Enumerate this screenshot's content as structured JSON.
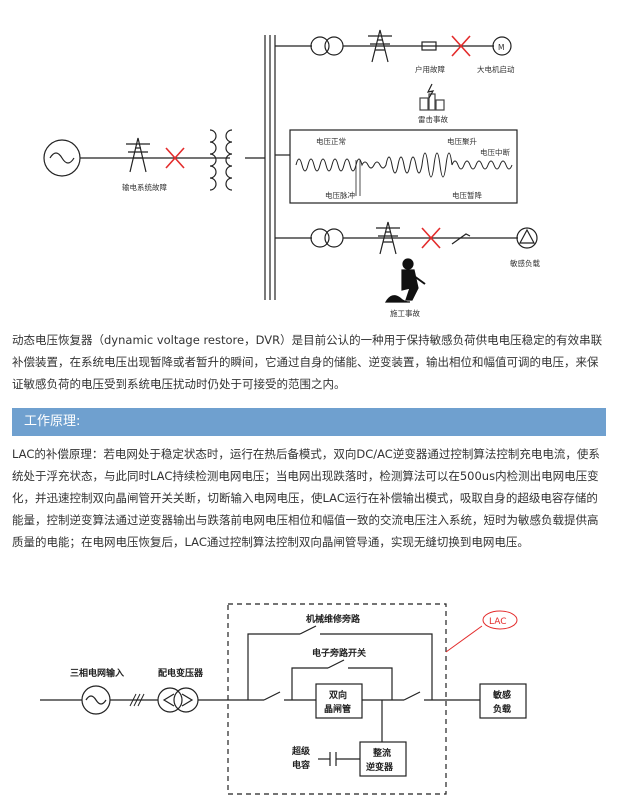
{
  "top_diagram": {
    "labels": {
      "household_fault": "户用故障",
      "motor_start": "大电机启动",
      "lightning": "雷击事故",
      "transmission_fault": "输电系统故障",
      "voltage_normal": "电压正常",
      "voltage_swell": "电压聚升",
      "voltage_interrupt": "电压中断",
      "voltage_pulse": "电压脉冲",
      "voltage_sag": "电压暂降",
      "sensitive_load": "敏感负载",
      "construction": "施工事故"
    },
    "motor_symbol": "M"
  },
  "intro": {
    "text": "动态电压恢复器（dynamic voltage restore，DVR）是目前公认的一种用于保持敏感负荷供电电压稳定的有效串联补偿装置，在系统电压出现暂降或者暂升的瞬间，它通过自身的储能、逆变装置，输出相位和幅值可调的电压，来保证敏感负荷的电压受到系统电压扰动时仍处于可接受的范围之内。"
  },
  "section": {
    "title": "工作原理:"
  },
  "principle": {
    "text": "LAC的补偿原理：若电网处于稳定状态时，运行在热后备模式，双向DC/AC逆变器通过控制算法控制充电电流，使系统处于浮充状态，与此同时LAC持续检测电网电压；当电网出现跌落时，检测算法可以在500us内检测出电网电压变化，并迅速控制双向晶闸管开关关断，切断输入电网电压，使LAC运行在补偿输出模式，吸取自身的超级电容存储的能量，控制逆变算法通过逆变器输出与跌落前电网电压相位和幅值一致的交流电压注入系统，短时为敏感负载提供高质量的电能；在电网电压恢复后，LAC通过控制算法控制双向晶闸管导通，实现无缝切换到电网电压。"
  },
  "bottom_diagram": {
    "labels": {
      "mech_bypass": "机械维修旁路",
      "lac": "LAC",
      "elec_bypass": "电子旁路开关",
      "grid_input": "三相电网输入",
      "transformer": "配电变压器",
      "thyristor_1": "双向",
      "thyristor_2": "晶闸管",
      "sensitive_load_1": "敏感",
      "sensitive_load_2": "负载",
      "supercap_1": "超级",
      "supercap_2": "电容",
      "inverter_1": "整流",
      "inverter_2": "逆变器"
    }
  }
}
